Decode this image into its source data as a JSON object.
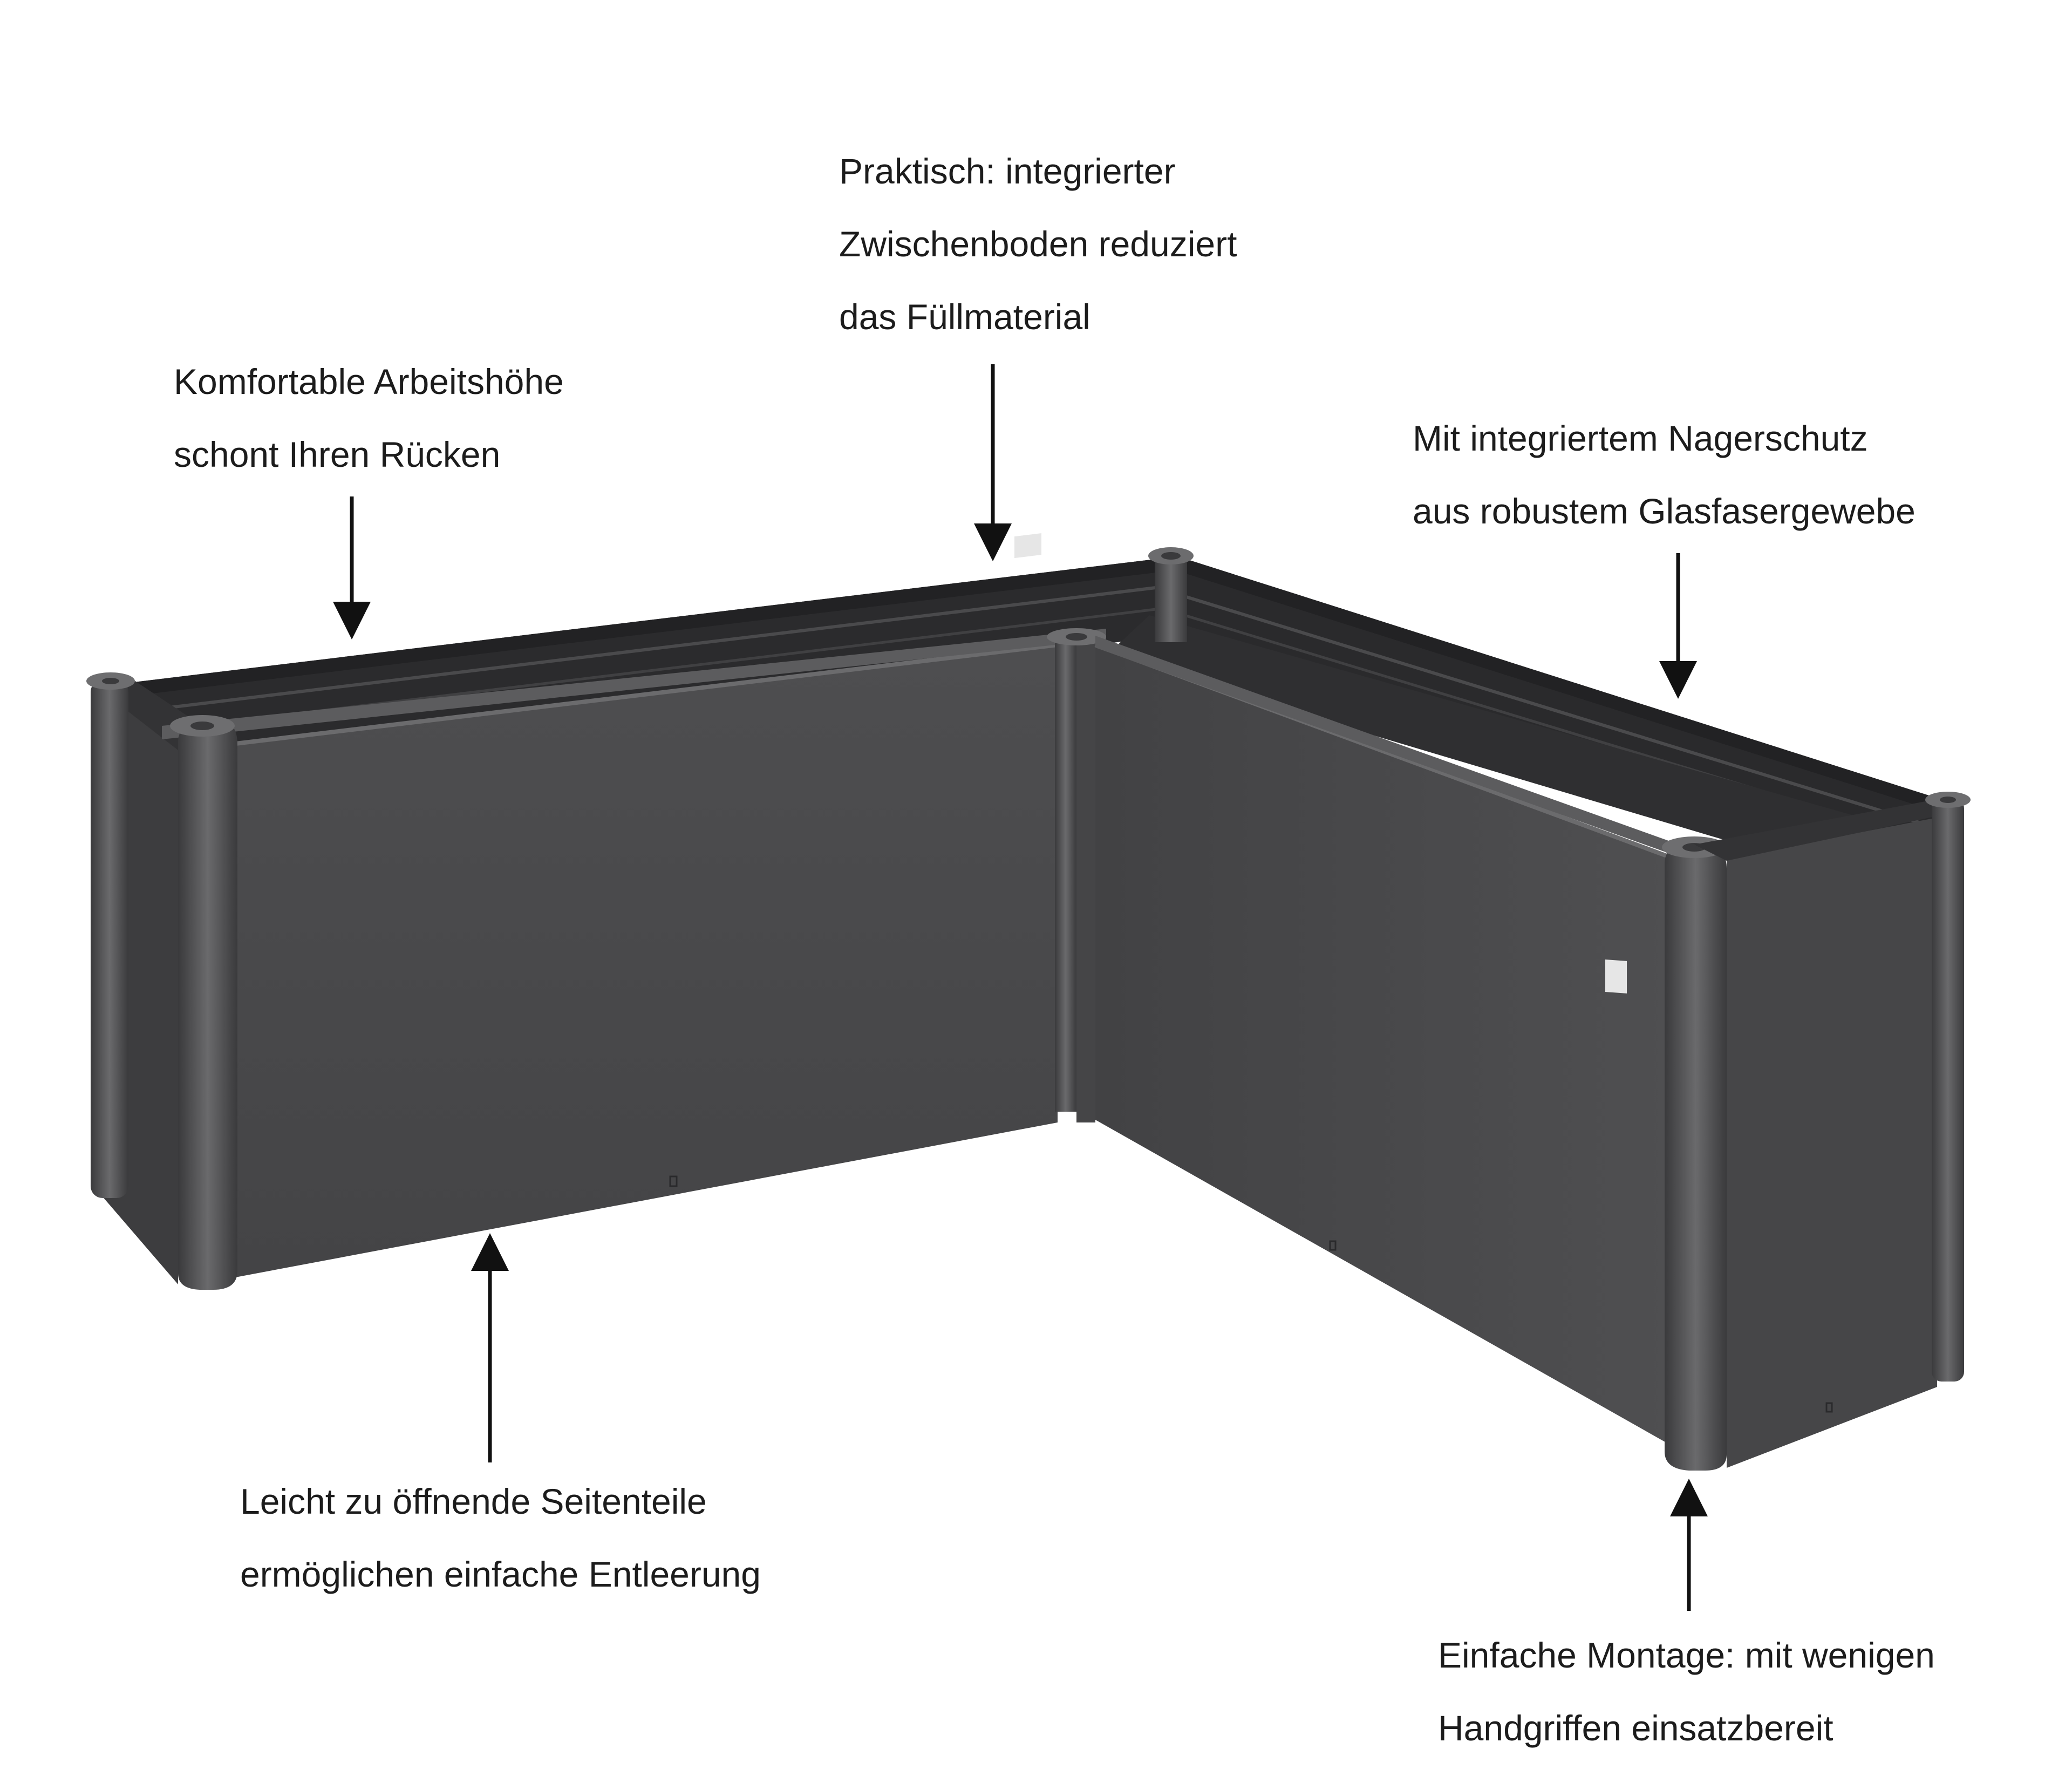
{
  "diagram": {
    "colors": {
      "background": "#ffffff",
      "text": "#1c1c1c",
      "bed_dark": "#3e3e40",
      "bed_mid": "#4b4b4d",
      "bed_light": "#59595b",
      "arrow": "#111111"
    },
    "callouts": {
      "top_center": {
        "line1": "Praktisch: integrierter",
        "line2": "Zwischenboden reduziert",
        "line3": "das Füllmaterial"
      },
      "top_left": {
        "line1": "Komfortable Arbeitshöhe",
        "line2": "schont Ihren Rücken"
      },
      "top_right": {
        "line1": "Mit integriertem Nagerschutz",
        "line2": "aus robustem Glasfasergewebe"
      },
      "bottom_left": {
        "line1": "Leicht zu öffnende Seitenteile",
        "line2": "ermöglichen einfache Entleerung"
      },
      "bottom_right": {
        "line1": "Einfache Montage: mit wenigen",
        "line2": "Handgriffen einsatzbereit"
      }
    }
  }
}
